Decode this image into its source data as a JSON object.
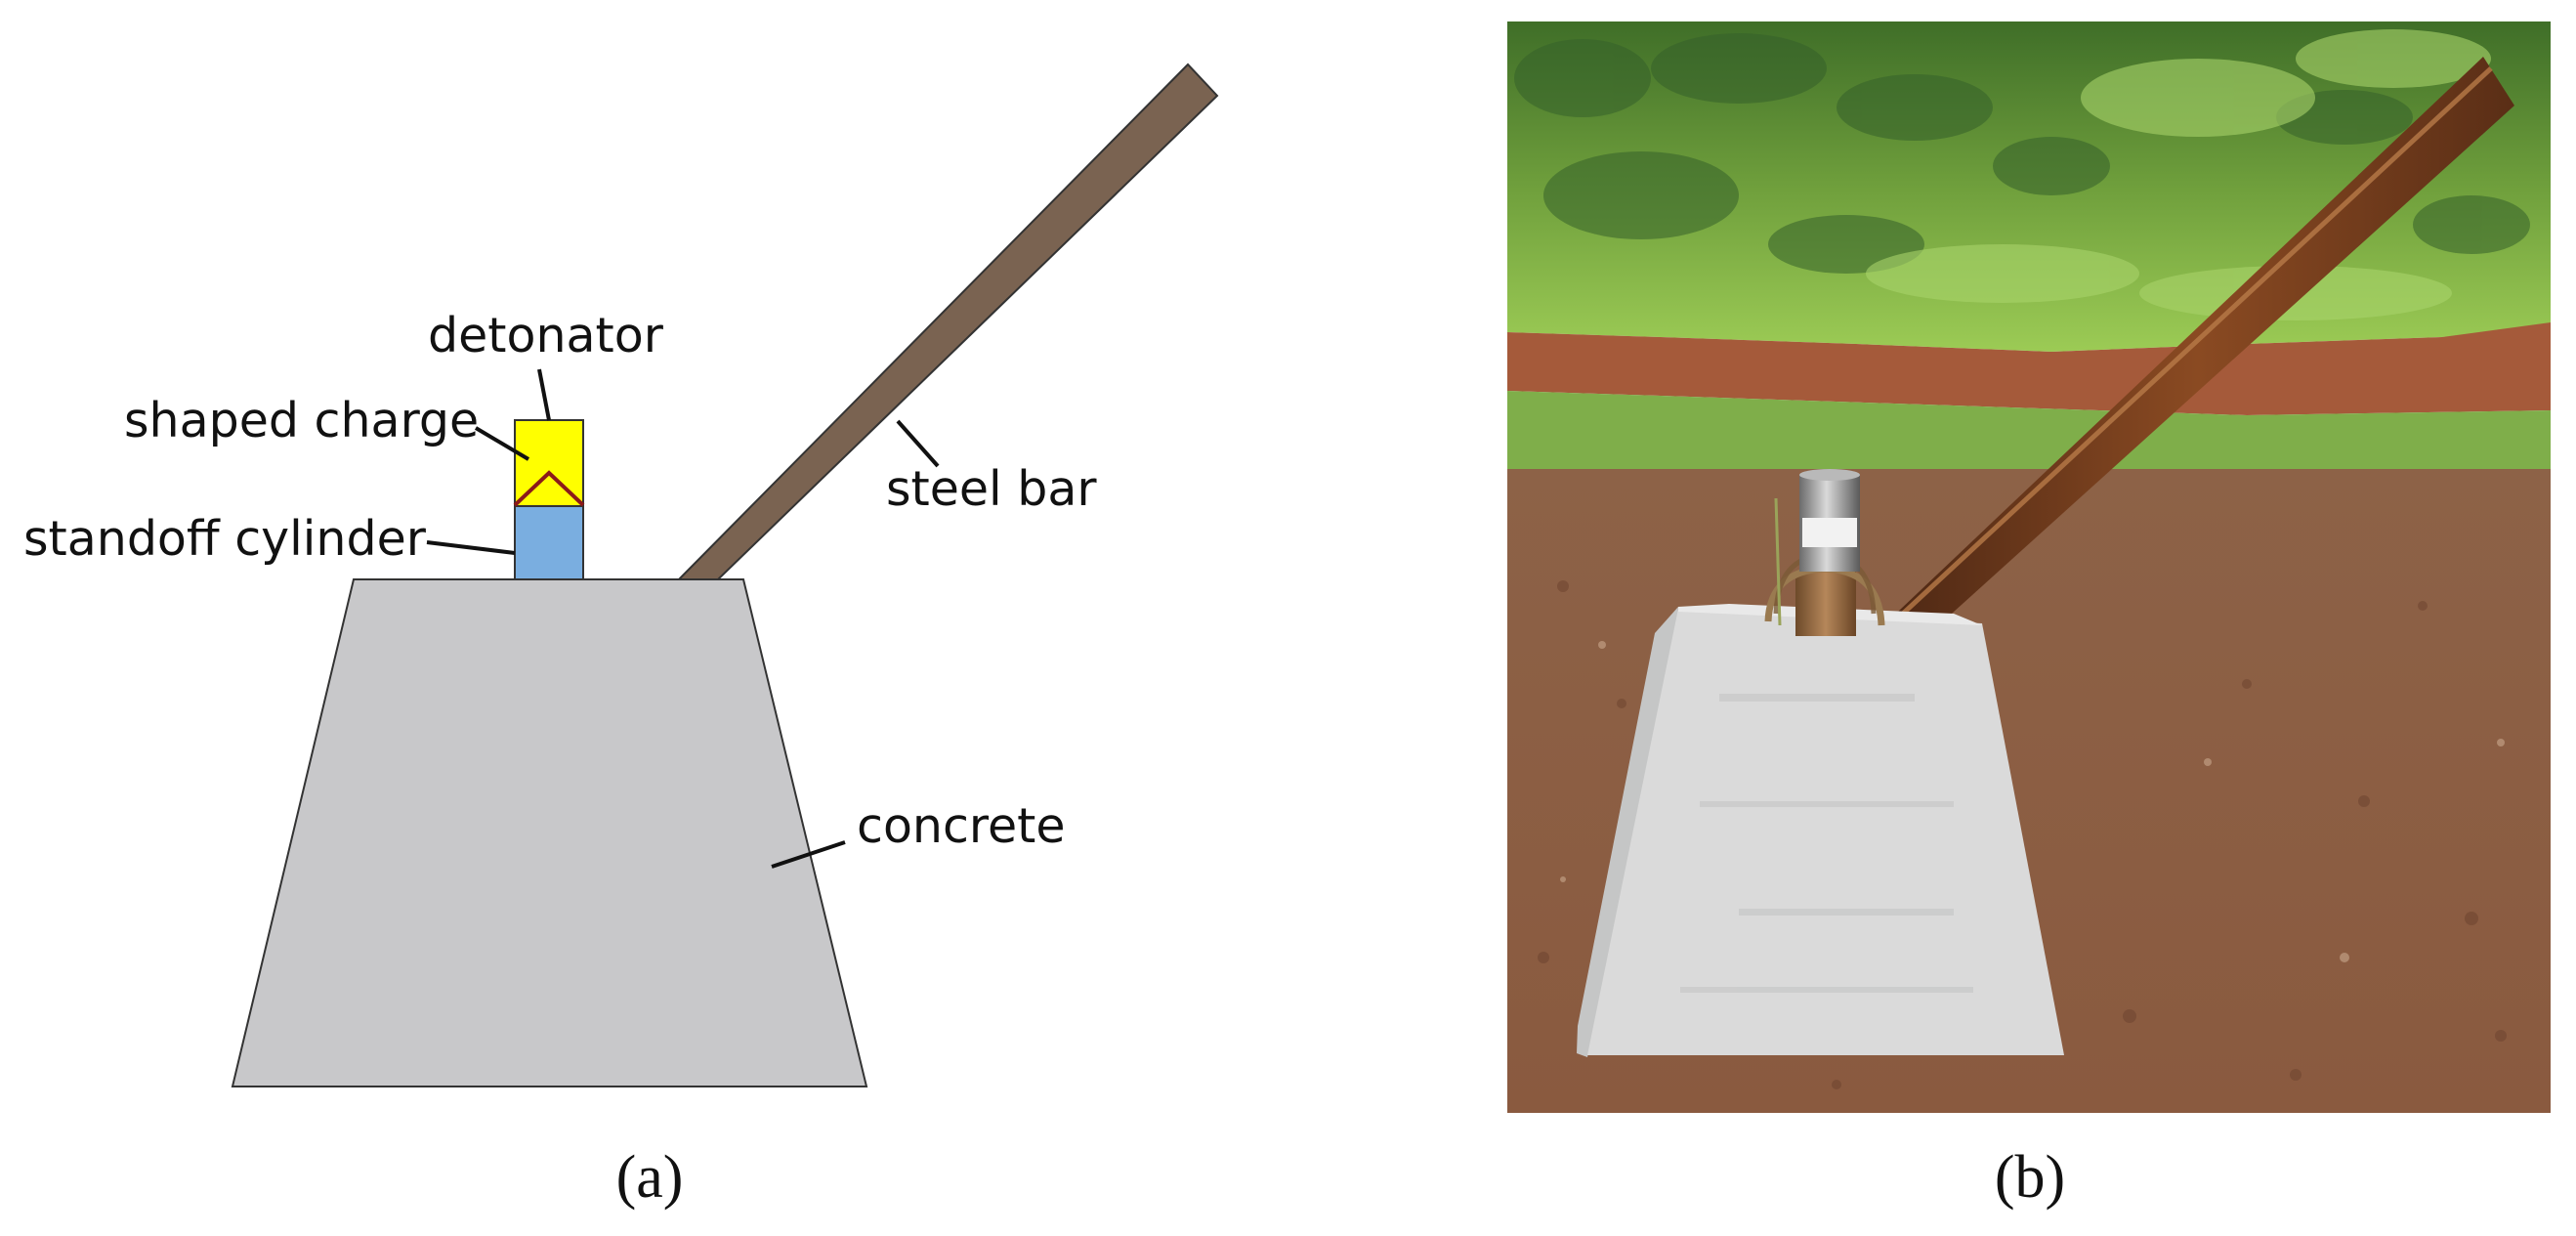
{
  "panel_a": {
    "labels": {
      "detonator": "detonator",
      "shaped_charge": "shaped charge",
      "standoff_cylinder": "standoff cylinder",
      "steel_bar": "steel bar",
      "concrete": "concrete"
    },
    "caption": "(a)",
    "colors": {
      "concrete": "#c8c8ca",
      "steel_bar": "#7a6351",
      "shaped_charge": "#ffff00",
      "liner": "#8b1a1a",
      "standoff": "#7aaee0",
      "outline": "#333333",
      "text": "#111111"
    }
  },
  "panel_b": {
    "caption": "(b)",
    "description_icons": [
      "hillside-vegetation",
      "soil-ground",
      "concrete-block",
      "steel-rail",
      "charge-canister"
    ],
    "colors": {
      "sky": "#dfe9e0",
      "vegetation_dark": "#4f7d2f",
      "vegetation_light": "#8fbd4a",
      "red_soil": "#a55a3a",
      "ground": "#8a5a3e",
      "grass_band": "#7fae4a",
      "concrete_front": "#dadada",
      "concrete_side": "#c5c6c6",
      "concrete_top": "#e9e9e9",
      "rail": "#6f3b1e"
    }
  }
}
